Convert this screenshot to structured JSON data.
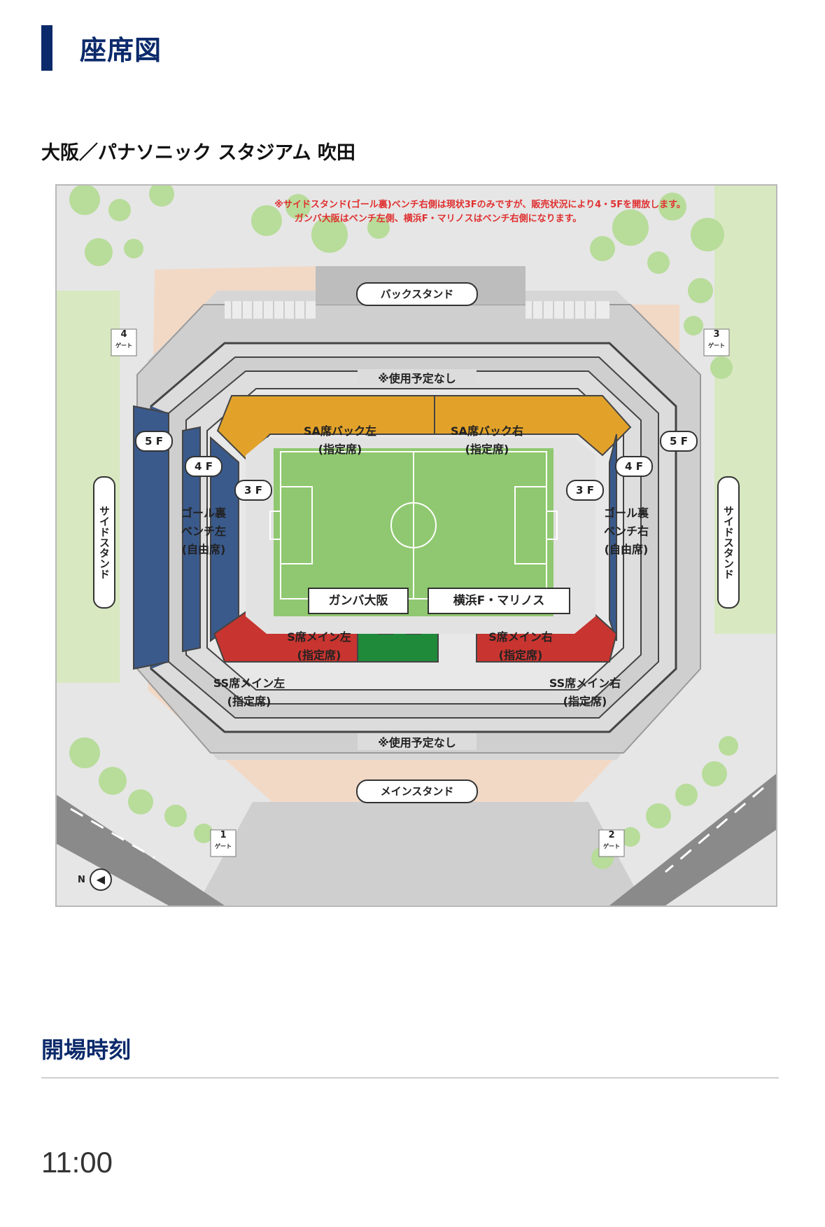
{
  "section": {
    "title": "座席図"
  },
  "venue": {
    "name": "大阪／パナソニック スタジアム 吹田"
  },
  "map": {
    "notice_line1": "※サイドスタンド(ゴール裏)ベンチ右側は現状3Fのみですが、販売状況により4・5Fを開放します。",
    "notice_line2": "ガンバ大阪はベンチ左側、横浜F・マリノスはベンチ右側になります。",
    "back_stand": "バックスタンド",
    "main_stand": "メインスタンド",
    "side_stand": "サイドスタンド",
    "unused_top": "※使用予定なし",
    "unused_bottom": "※使用予定なし",
    "floor_5f": "5 F",
    "floor_4f": "4 F",
    "floor_3f": "3 F",
    "sa_back_left": "SA席バック左",
    "sa_back_right": "SA席バック右",
    "reserved": "(指定席)",
    "goal_back": "ゴール裏",
    "bench_left": "ベンチ左",
    "bench_right": "ベンチ右",
    "free_seat": "(自由席)",
    "s_main_left": "S席メイン左",
    "s_main_right": "S席メイン右",
    "ss_main_left": "SS席メイン左",
    "ss_main_right": "SS席メイン右",
    "team_home": "ガンバ大阪",
    "team_away": "横浜F・マリノス",
    "gate_word": "ゲート",
    "gate_1": "1",
    "gate_2": "2",
    "gate_3": "3",
    "gate_4": "4",
    "north": "N",
    "colors": {
      "sa_yellow": "#e2a22a",
      "s_red": "#c8342f",
      "goal_blue": "#3a5a8c",
      "pitch_green": "#8fc870",
      "bench_green": "#1f8a3a",
      "notice_red": "#e03030"
    }
  },
  "opening": {
    "title": "開場時刻",
    "time": "11:00"
  }
}
